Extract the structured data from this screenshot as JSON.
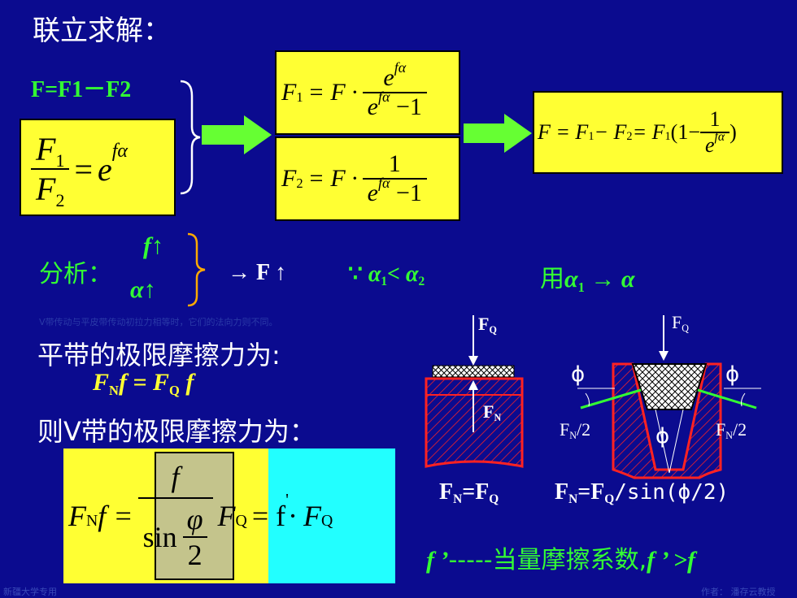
{
  "title": "联立求解：",
  "eq_diff": "F=F1－F2",
  "eq_ratio": {
    "lhs_num": "F",
    "lhs_num_sub": "1",
    "lhs_den": "F",
    "lhs_den_sub": "2",
    "eq": "=",
    "rhs": "e",
    "rhs_sup": "fα"
  },
  "eq_f1": {
    "lhs": "F",
    "lhs_sub": "1",
    "mid": "= F ·",
    "num": "e",
    "num_sup": "fα",
    "den": "e",
    "den_sup": "fα",
    "den_tail": " −1"
  },
  "eq_f2": {
    "lhs": "F",
    "lhs_sub": "2",
    "mid": "= F ·",
    "num": "1",
    "den": "e",
    "den_sup": "fα",
    "den_tail": " −1"
  },
  "eq_result": {
    "p1": "F = F",
    "s1": "1",
    "p2": " − F",
    "s2": "2",
    "p3": " = F",
    "s3": "1",
    "p4": "(1−",
    "num": "1",
    "den": "e",
    "den_sup": "fα",
    "p5": ")"
  },
  "analysis": {
    "label": "分析：",
    "f_up": "f↑",
    "a_up": "α↑",
    "result": "→ F ↑",
    "because": "∵",
    "cond_a": "α",
    "cond_s1": "1",
    "cond_lt": "< α",
    "cond_s2": "2",
    "use": "用",
    "use_a": "α",
    "use_s": "1",
    "use_tail": " → α"
  },
  "note": "V带传动与平皮带传动初拉力相等时，它们的法向力则不同。",
  "flat_title": "平带的极限摩擦力为:",
  "flat_eq": {
    "a": "F",
    "as": "N",
    "b": "f = F",
    "bs": "Q",
    "c": " f"
  },
  "v_title": "则V带的极限摩擦力为：",
  "v_eq": {
    "a": "F",
    "as": "N",
    "b": " f =",
    "num": "f",
    "den_a": "sin",
    "den_num": "φ",
    "den_den": "2",
    "c": "F",
    "cs": "Q",
    "d": "= f",
    "dsup": "'",
    "e": " · F",
    "es": "Q"
  },
  "fig_flat": {
    "fq": "F",
    "fq_s": "Q",
    "fn": "F",
    "fn_s": "N",
    "cap_a": "F",
    "cap_as": "N",
    "cap_b": "=F",
    "cap_bs": "Q"
  },
  "fig_v": {
    "fq": "F",
    "fq_s": "Q",
    "phi_l": "ϕ",
    "phi_r": "ϕ",
    "phi_c": "ϕ",
    "fn_l": "F",
    "fn_l_s": "N",
    "fn_l_t": "/2",
    "fn_r": "F",
    "fn_r_s": "N",
    "fn_r_t": "/2",
    "cap_a": "F",
    "cap_as": "N",
    "cap_b": "=F",
    "cap_bs": "Q",
    "cap_c": "/sin(ϕ/2)"
  },
  "equiv": {
    "a": "f ’",
    "b": "-----当量摩擦系数,",
    "c": "f ’ >f"
  },
  "footer_left": "新疆大学专用",
  "footer_right": "作者： 潘存云教授"
}
